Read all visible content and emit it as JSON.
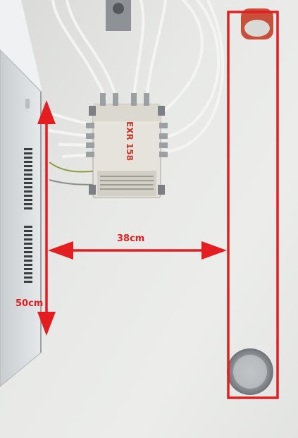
{
  "photo": {
    "device_label": "EXR 158"
  },
  "annotations": {
    "horizontal_measure": "38cm",
    "vertical_measure": "50cm",
    "annotation_color": "#e41d21"
  },
  "icons": {
    "cabinet": "wall-cabinet",
    "multiswitch": "multiswitch-device",
    "cables": "coax-cables",
    "pipe_top": "pipe-top",
    "pipe_bottom": "pipe-bottom"
  }
}
